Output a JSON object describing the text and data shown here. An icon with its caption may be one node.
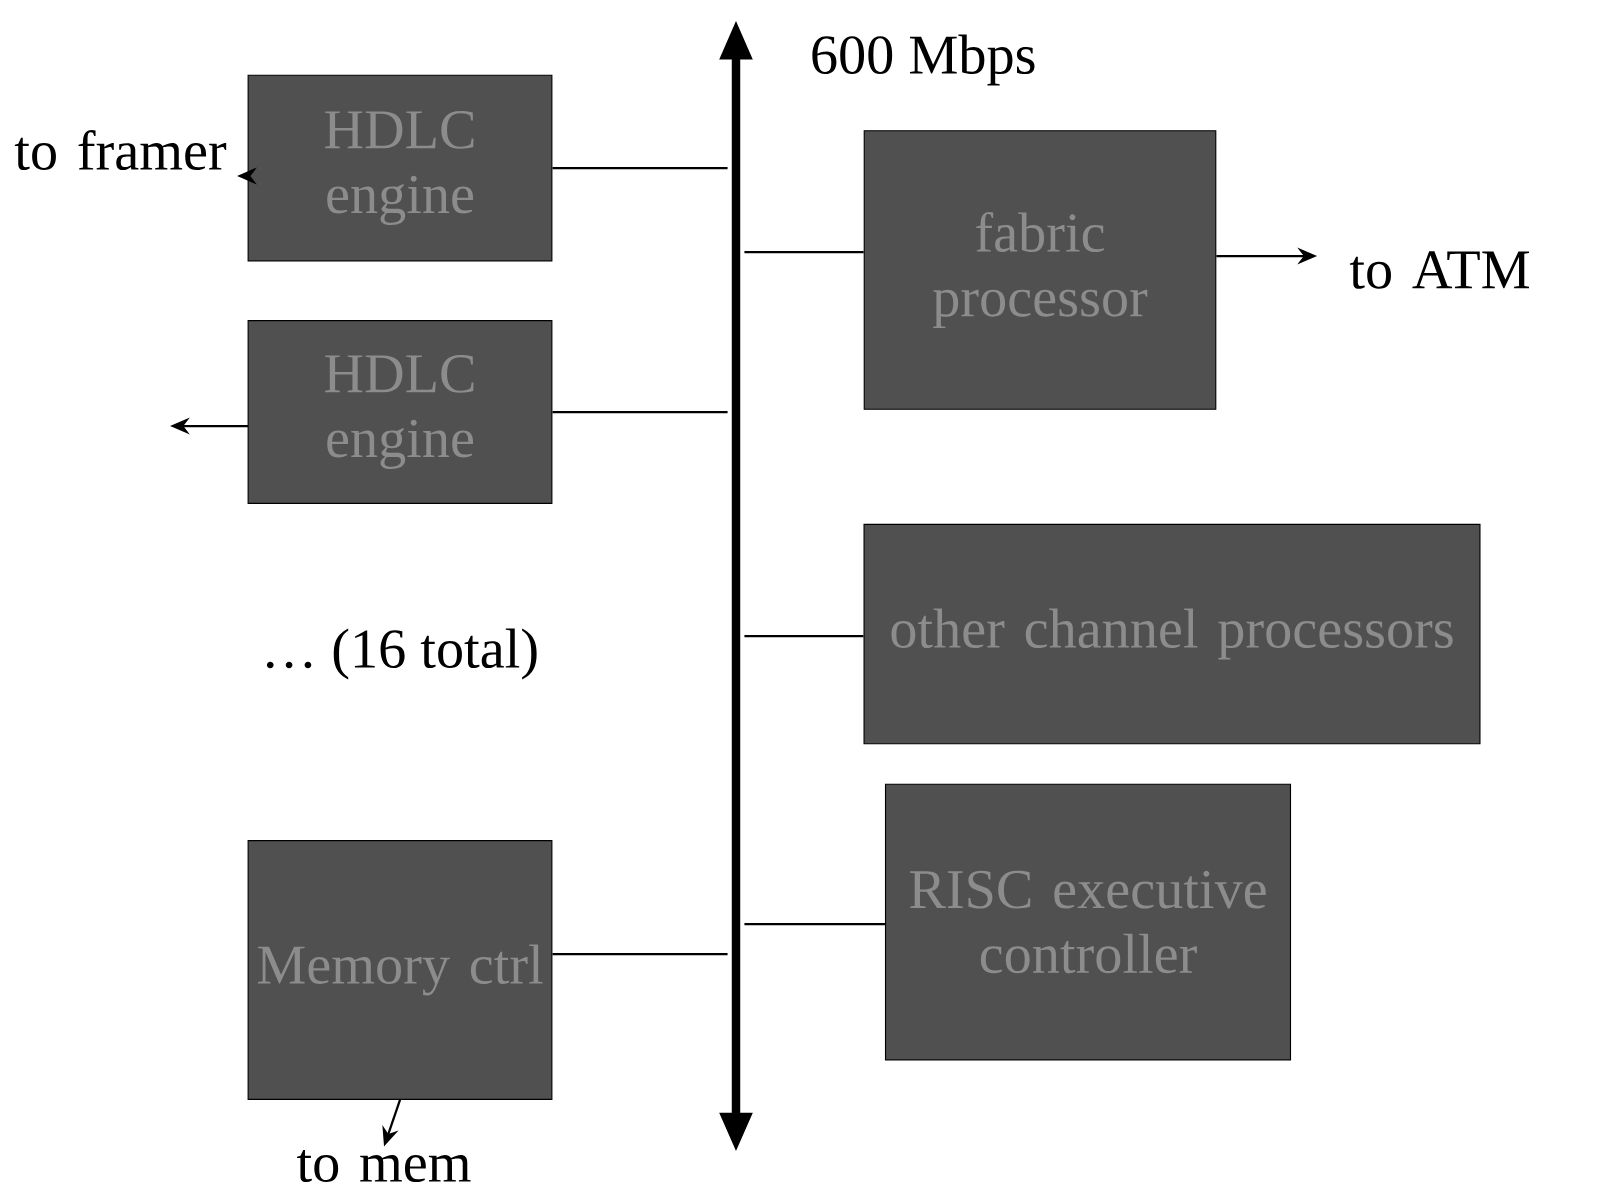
{
  "diagram": {
    "nodes": [
      {
        "text": [
          "HDLC engine"
        ]
      },
      {
        "text": [
          "HDLC engine"
        ]
      },
      {
        "text": [
          "fabric processor"
        ]
      },
      {
        "text": [
          "other channel processors"
        ]
      },
      {
        "text": [
          "Memory ctrl"
        ]
      },
      {
        "text": [
          "RISC executive controller"
        ]
      },
      {
        "text": [],
        "shape": "bar",
        "beside": [
          "600 Mbps"
        ]
      },
      {
        "text": [
          "to framer"
        ]
      },
      {
        "text": [
          "to ATM"
        ]
      },
      {
        "text": [
          "to mem"
        ]
      }
    ],
    "edges": [
      {
        "from": 0,
        "to": 6,
        "arrow": "none"
      },
      {
        "from": 1,
        "to": 6,
        "arrow": "none"
      },
      {
        "from": 6,
        "to": 2,
        "arrow": "none"
      },
      {
        "from": 6,
        "to": 3,
        "arrow": "none"
      },
      {
        "from": 4,
        "to": 6,
        "arrow": "none"
      },
      {
        "from": 6,
        "to": 5,
        "arrow": "none"
      },
      {
        "from": 0,
        "to": 7,
        "arrow": "to"
      },
      {
        "from": 1,
        "to": null,
        "arrow": "to"
      },
      {
        "from": 2,
        "to": 8,
        "arrow": "to"
      },
      {
        "from": 4,
        "to": 9,
        "arrow": "to"
      }
    ],
    "labels": [
      "… (16 total)"
    ]
  }
}
